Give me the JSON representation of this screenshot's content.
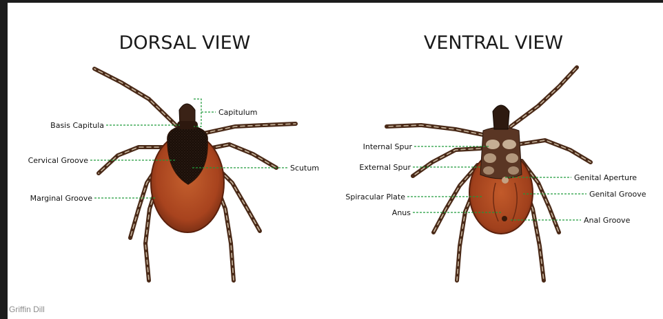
{
  "dorsal": {
    "title": "DORSAL VIEW",
    "labels": {
      "capitulum": "Capitulum",
      "basis_capitula": "Basis Capitula",
      "cervical_groove": "Cervical Groove",
      "scutum": "Scutum",
      "marginal_groove": "Marginal Groove"
    }
  },
  "ventral": {
    "title": "VENTRAL VIEW",
    "labels": {
      "internal_spur": "Internal Spur",
      "external_spur": "External Spur",
      "genital_aperture": "Genital Aperture",
      "spiracular_plate": "Spiracular Plate",
      "genital_groove": "Genital Groove",
      "anus": "Anus",
      "anal_groove": "Anal Groove"
    }
  },
  "credit": "Griffin Dill",
  "colors": {
    "leader_line": "#1f9a3a",
    "body_red": "#a8431e",
    "leg_dark": "#4a2a18",
    "scutum_dark": "#1a0e08"
  }
}
